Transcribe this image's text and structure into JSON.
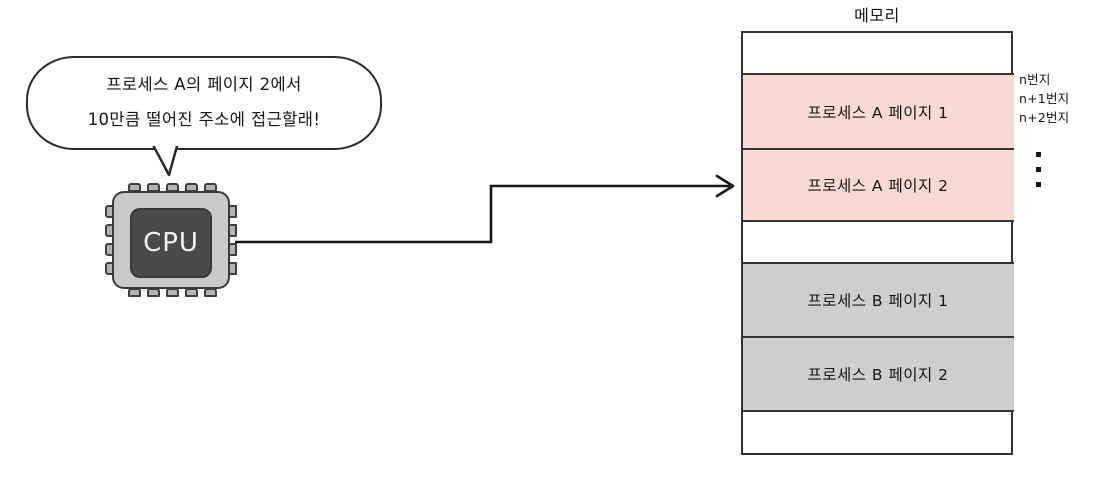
{
  "speech_bubble": {
    "line1": "프로세스 A의 페이지 2에서",
    "line2": "10만큼 떨어진 주소에 접근할래!"
  },
  "cpu": {
    "label": "CPU"
  },
  "memory": {
    "title": "메모리",
    "rows": [
      {
        "label": "",
        "fill": "none"
      },
      {
        "label": "프로세스 A 페이지 1",
        "fill": "pink"
      },
      {
        "label": "프로세스 A 페이지 2",
        "fill": "pink"
      },
      {
        "label": "",
        "fill": "none"
      },
      {
        "label": "프로세스 B 페이지 1",
        "fill": "gray"
      },
      {
        "label": "프로세스 B 페이지 2",
        "fill": "gray"
      },
      {
        "label": "",
        "fill": "none"
      }
    ]
  },
  "addresses": {
    "items": [
      "n번지",
      "n+1번지",
      "n+2번지"
    ],
    "continuation": "⋮"
  },
  "colors": {
    "pink_fill": "#f9dad3",
    "gray_fill": "#cecece",
    "outline": "#333333",
    "cpu_body": "#c9c9c9",
    "cpu_core": "#4a4a4a"
  }
}
